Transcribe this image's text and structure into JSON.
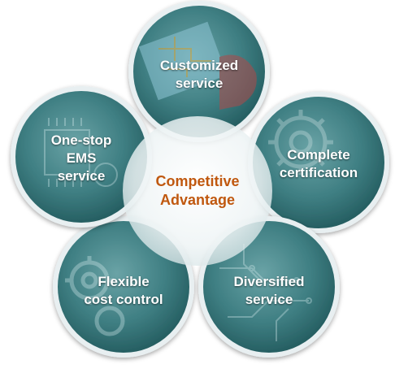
{
  "center": {
    "lines": [
      "Competitive",
      "Advantage"
    ],
    "color": "#c0580f"
  },
  "items": [
    {
      "id": "customized",
      "lines": [
        "Customized",
        "service"
      ],
      "icon": "circuit-board-hand-icon"
    },
    {
      "id": "certification",
      "lines": [
        "Complete",
        "certification"
      ],
      "icon": "gear-icon"
    },
    {
      "id": "diversified",
      "lines": [
        "Diversified",
        "service"
      ],
      "icon": "circuit-traces-icon"
    },
    {
      "id": "cost",
      "lines": [
        "Flexible",
        "cost control"
      ],
      "icon": "gears-icon"
    },
    {
      "id": "ems",
      "lines": [
        "One-stop",
        "EMS",
        "service"
      ],
      "icon": "chip-icon"
    }
  ],
  "colors": {
    "circle_fill": "#3f7f83",
    "circle_rim": "#e6eef0",
    "center_fill": "#eef4f5"
  }
}
